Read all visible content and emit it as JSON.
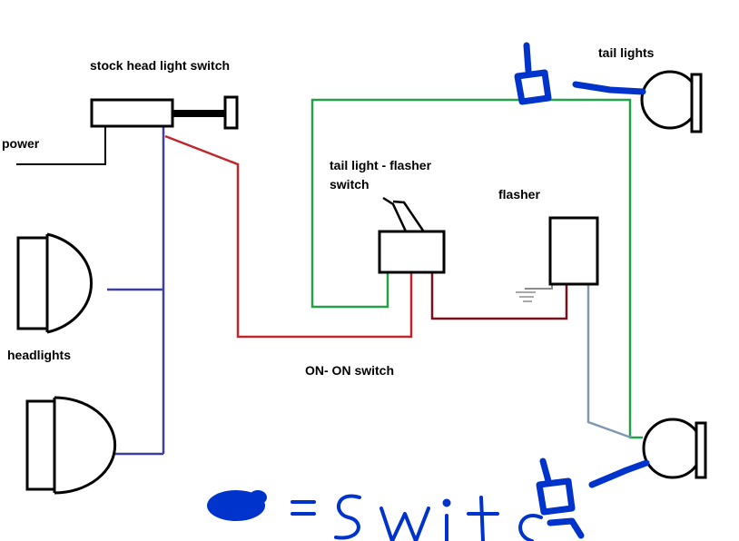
{
  "labels": {
    "headlight_switch": "stock head light switch",
    "power": "power",
    "headlights": "headlights",
    "tail_lights": "tail lights",
    "tail_switch_line1": "tail light - flasher",
    "tail_switch_line2": "switch",
    "flasher": "flasher",
    "on_on_switch": "ON- ON switch"
  },
  "legend": {
    "symbol": "blue-blob",
    "text": "= switch"
  },
  "colors": {
    "black": "#000000",
    "red": "#c0272d",
    "dark_red": "#7a0f1e",
    "blue": "#3f3f9f",
    "green": "#22a14a",
    "steel": "#7f99b2",
    "gray": "#8c8c8c",
    "marker_blue": "#0033cc"
  }
}
